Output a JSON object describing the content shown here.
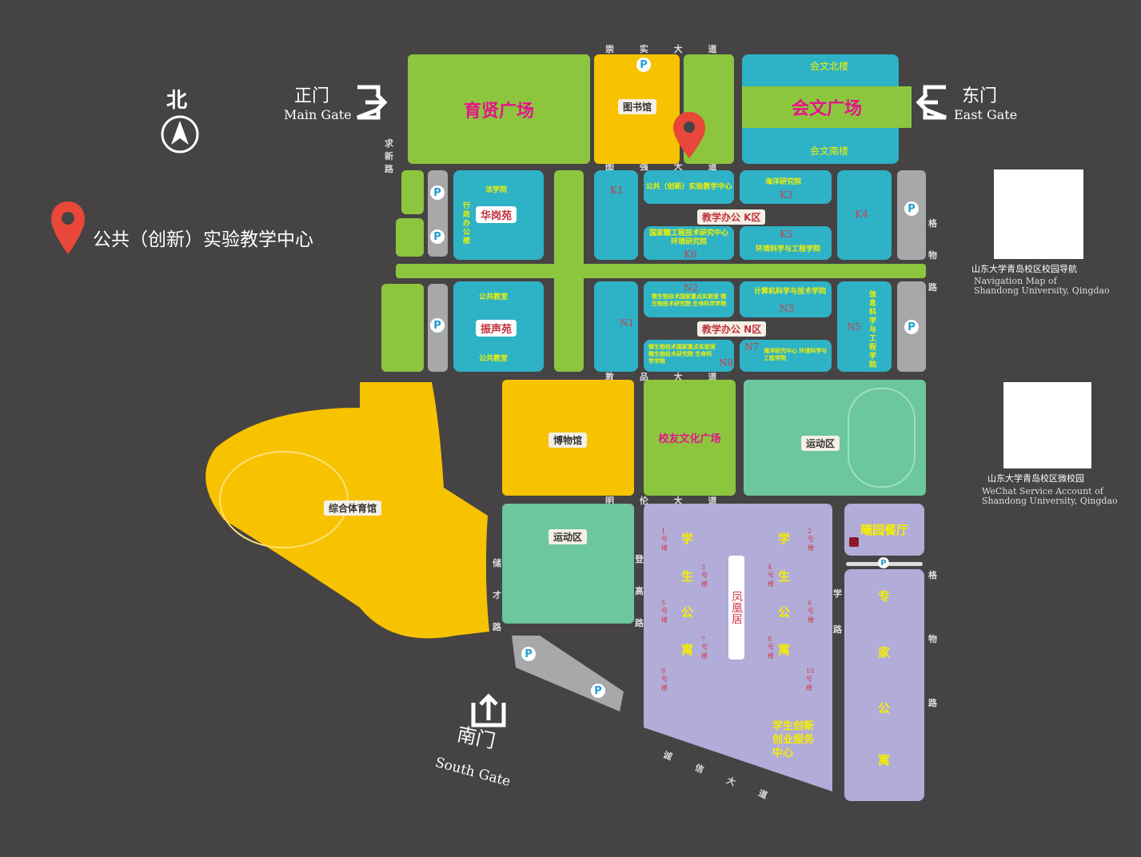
{
  "legend": {
    "north": "北",
    "marker_label": "公共（创新）实验教学中心"
  },
  "gates": {
    "main_cn": "正门",
    "main_en": "Main Gate",
    "east_cn": "东门",
    "east_en": "East Gate",
    "south_cn": "南门",
    "south_en": "South Gate"
  },
  "roads": {
    "chongshi": "崇 实 大 道",
    "tuqiang": "图 强 大 道",
    "dunpin": "敦 品 大 道",
    "minglun": "明 伦 大 道",
    "chengxin": "诚 信 大 道",
    "qiuxin": "求 新 路",
    "gewu_top": "格 物 路",
    "gewu_bottom": "格 物 路",
    "chucai": "储 才 路",
    "denggao": "登 高 路",
    "xue": "学 路"
  },
  "areas": {
    "yuxian": "育贤广场",
    "library": "图书馆",
    "huiwen": "会文广场",
    "huiwen_north": "会文北楼",
    "huiwen_south": "会文南楼",
    "huagang": "华岗苑",
    "zhensheng": "振声苑",
    "fa": "法学院",
    "xingzheng": "行政办公楼",
    "gonggong_jiaoshi": "公共教室",
    "k_zone": "教学办公 K区",
    "n_zone": "教学办公 N区",
    "lab_center": "公共（创新）实验教学中心",
    "ocean": "海洋研究院",
    "k6_text": "国家糖工程技术研究中心 环境研究院",
    "k5_text": "环境科学与工程学院",
    "n2_text": "微生物技术国家重点实验室 微生物技术研究院 生命科学学院",
    "n3_text": "计算机科学与技术学院",
    "n8_text": "微生物技术国家重点实验室 微生物技术研究院 生命科学学院",
    "n5_text": "信息科学与工程学院",
    "n7_text": "海洋研究中心 环境科学与工程学院",
    "museum": "博物馆",
    "alumni": "校友文化广场",
    "sports_east": "运动区",
    "sports_south": "运动区",
    "stadium": "综合体育馆",
    "dorm_l": [
      "学",
      "生",
      "公",
      "寓"
    ],
    "dorm_r": [
      "学",
      "生",
      "公",
      "寓"
    ],
    "fenghuang": "凤凰居",
    "canteen": "曦园餐厅",
    "expert": [
      "专",
      "家",
      "公",
      "寓"
    ],
    "innovation": "学生创新创业服务中心"
  },
  "building_codes": [
    "K1",
    "K3",
    "K4",
    "K5",
    "K6",
    "N1",
    "N2",
    "N3",
    "N5",
    "N7",
    "N8"
  ],
  "dorm_numbers": [
    "1号楼",
    "2号楼",
    "3号楼",
    "4号楼",
    "5号楼",
    "6号楼",
    "7号楼",
    "8号楼",
    "9号楼",
    "10号楼"
  ],
  "parking": "P",
  "qr": {
    "nav_cn": "山东大学青岛校区校园导航",
    "nav_en1": "Navigation Map of",
    "nav_en2": "Shandong University, Qingdao",
    "wechat_cn": "山东大学青岛校区微校园",
    "wechat_en1": "WeChat Service Account of",
    "wechat_en2": "Shandong University, Qingdao"
  },
  "colors": {
    "background": "#454343",
    "green": "#8cc63f",
    "yellow": "#f7c200",
    "cyan": "#2db2c6",
    "mint": "#6cc69e",
    "lavender": "#b2acd9",
    "marker": "#e8473a"
  }
}
